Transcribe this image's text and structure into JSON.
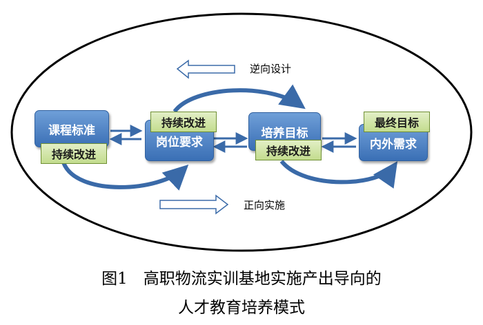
{
  "diagram": {
    "nodes": [
      {
        "id": "n1",
        "label": "课程标准"
      },
      {
        "id": "n2",
        "label": "岗位要求"
      },
      {
        "id": "n3",
        "label": "培养目标"
      },
      {
        "id": "n4",
        "label": "内外需求"
      }
    ],
    "tags": [
      {
        "id": "t1",
        "label": "持续改进"
      },
      {
        "id": "t2",
        "label": "持续改进"
      },
      {
        "id": "t3",
        "label": "持续改进"
      },
      {
        "id": "t4",
        "label": "最终目标"
      }
    ],
    "reverse_label": "逆向设计",
    "forward_label": "正向实施"
  },
  "caption": {
    "line1": "图1　高职物流实训基地实施产出导向的",
    "line2": "人才教育培养模式"
  },
  "colors": {
    "node_fill": "#4a7fc1",
    "tag_fill": "#d3e6a6",
    "arrow": "#3a6aa8",
    "ellipse": "#000000"
  }
}
